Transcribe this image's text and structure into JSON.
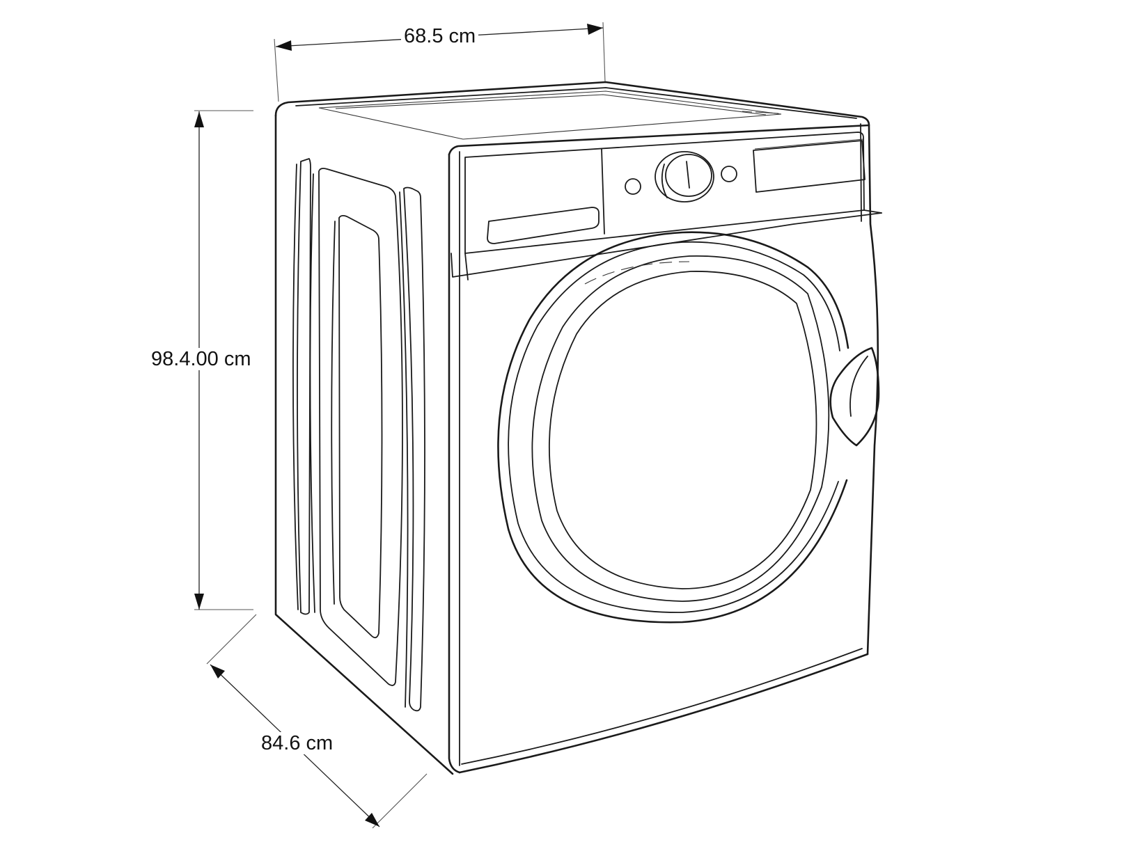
{
  "dimensions": {
    "width": "68.5 cm",
    "height": "98.4.00 cm",
    "depth": "84.6 cm"
  },
  "colors": {
    "line": "#1a1a1a",
    "background": "#ffffff"
  }
}
